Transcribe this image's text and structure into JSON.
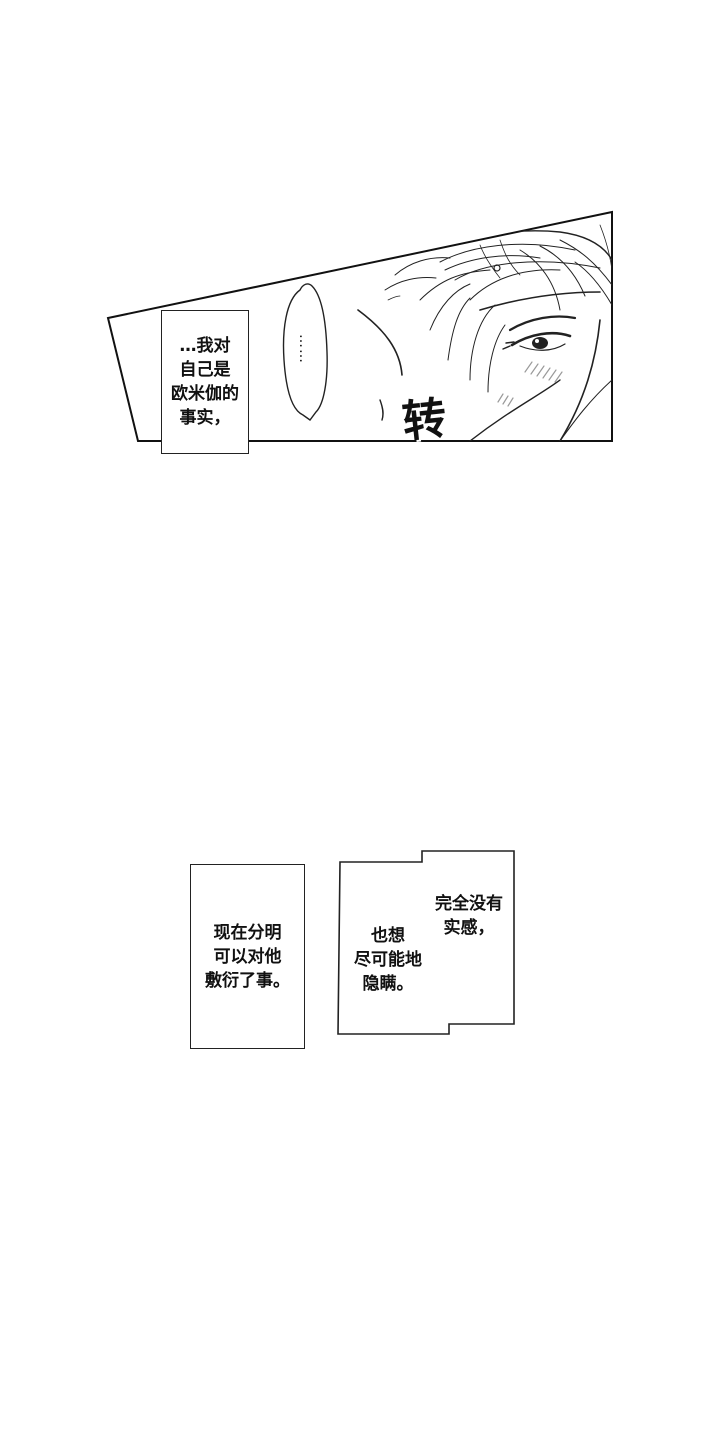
{
  "panel_top": {
    "caption_lines": "…我对\n自己是\n欧米伽的\n事实，",
    "speech_bubble": "……",
    "sfx": "转"
  },
  "panel_bottom": {
    "left_caption": "现在分明\n可以对他\n敷衍了事。",
    "right_caption_upper": "完全没有\n实感，",
    "right_caption_lower": "也想\n尽可能地\n隐瞒。"
  },
  "colors": {
    "ink": "#111111",
    "paper": "#ffffff",
    "blush": "#9a9a9a"
  }
}
